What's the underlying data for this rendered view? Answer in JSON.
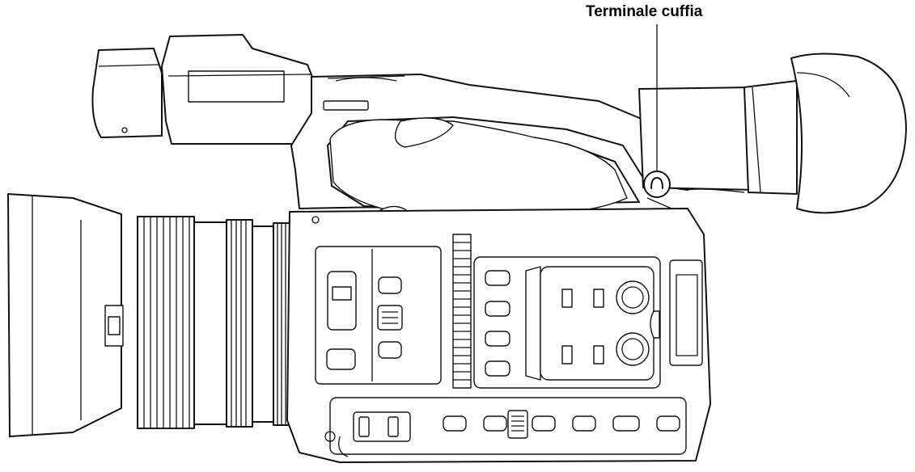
{
  "callout": {
    "label": "Terminale cuffia",
    "target": "headphone-jack"
  },
  "subject": "camcorder-side-view",
  "colors": {
    "line": "#111111",
    "background": "#ffffff"
  }
}
